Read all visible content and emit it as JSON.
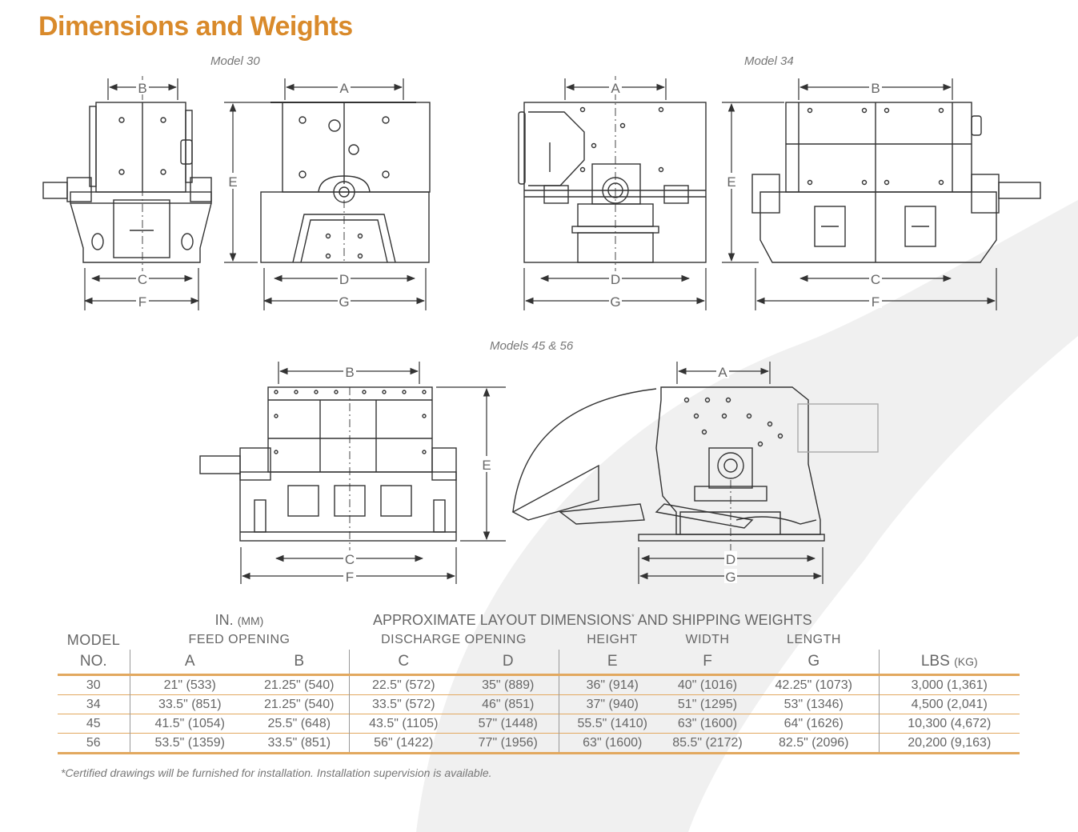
{
  "page_title": "Dimensions and Weights",
  "captions": {
    "model30": "Model 30",
    "model34": "Model 34",
    "model4556": "Models 45 & 56"
  },
  "dim_labels": {
    "a": "A",
    "b": "B",
    "c": "C",
    "d": "D",
    "e": "E",
    "f": "F",
    "g": "G"
  },
  "table": {
    "units": "IN.",
    "units_sub": "(MM)",
    "heading": "APPROXIMATE LAYOUT DIMENSIONS",
    "heading_mark": "*",
    "heading_tail": " AND SHIPPING WEIGHTS",
    "model_label_1": "MODEL",
    "model_label_2": "NO.",
    "feed_opening": "FEED OPENING",
    "discharge_opening": "DISCHARGE OPENING",
    "height": "HEIGHT",
    "width": "WIDTH",
    "length": "LENGTH",
    "col_a": "A",
    "col_b": "B",
    "col_c": "C",
    "col_d": "D",
    "col_e": "E",
    "col_f": "F",
    "col_g": "G",
    "lbs": "LBS",
    "lbs_sub": "(KG)",
    "rows": [
      {
        "model": "30",
        "a": "21\" (533)",
        "b": "21.25\" (540)",
        "c": "22.5\" (572)",
        "d": "35\" (889)",
        "e": "36\" (914)",
        "f": "40\" (1016)",
        "g": "42.25\" (1073)",
        "w": "3,000 (1,361)"
      },
      {
        "model": "34",
        "a": "33.5\" (851)",
        "b": "21.25\" (540)",
        "c": "33.5\" (572)",
        "d": "46\" (851)",
        "e": "37\" (940)",
        "f": "51\" (1295)",
        "g": "53\" (1346)",
        "w": "4,500 (2,041)"
      },
      {
        "model": "45",
        "a": "41.5\" (1054)",
        "b": "25.5\" (648)",
        "c": "43.5\" (1105)",
        "d": "57\" (1448)",
        "e": "55.5\" (1410)",
        "f": "63\" (1600)",
        "g": "64\" (1626)",
        "w": "10,300 (4,672)"
      },
      {
        "model": "56",
        "a": "53.5\" (1359)",
        "b": "33.5\" (851)",
        "c": "56\" (1422)",
        "d": "77\" (1956)",
        "e": "63\" (1600)",
        "f": "85.5\" (2172)",
        "g": "82.5\" (2096)",
        "w": "20,200 (9,163)"
      }
    ]
  },
  "footnote": "*Certified drawings will be furnished for installation. Installation supervision is available."
}
